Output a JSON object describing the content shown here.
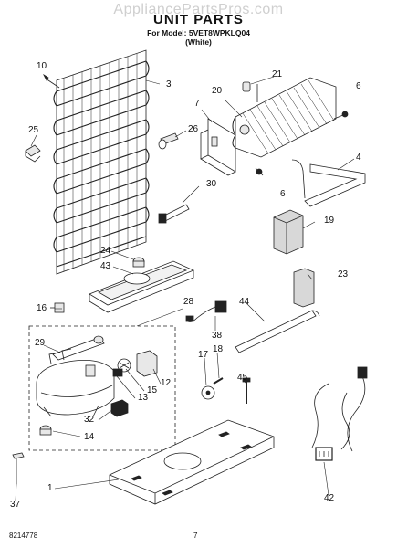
{
  "watermark": "AppliancePartsPros.com",
  "title": "UNIT PARTS",
  "model_line": "For Model: 5VET8WPKLQ04",
  "color_line": "(White)",
  "callouts": [
    "10",
    "21",
    "3",
    "20",
    "6",
    "7",
    "25",
    "26",
    "4",
    "6",
    "30",
    "19",
    "24",
    "43",
    "23",
    "16",
    "28",
    "44",
    "38",
    "29",
    "17",
    "18",
    "45",
    "12",
    "15",
    "13",
    "32",
    "14",
    "1",
    "42",
    "37"
  ],
  "footer": {
    "part_number": "8214778",
    "page": "7"
  },
  "colors": {
    "line": "#222222",
    "fill": "#ffffff",
    "shade": "#e8e8e8",
    "watermark": "#cfcfcf"
  }
}
